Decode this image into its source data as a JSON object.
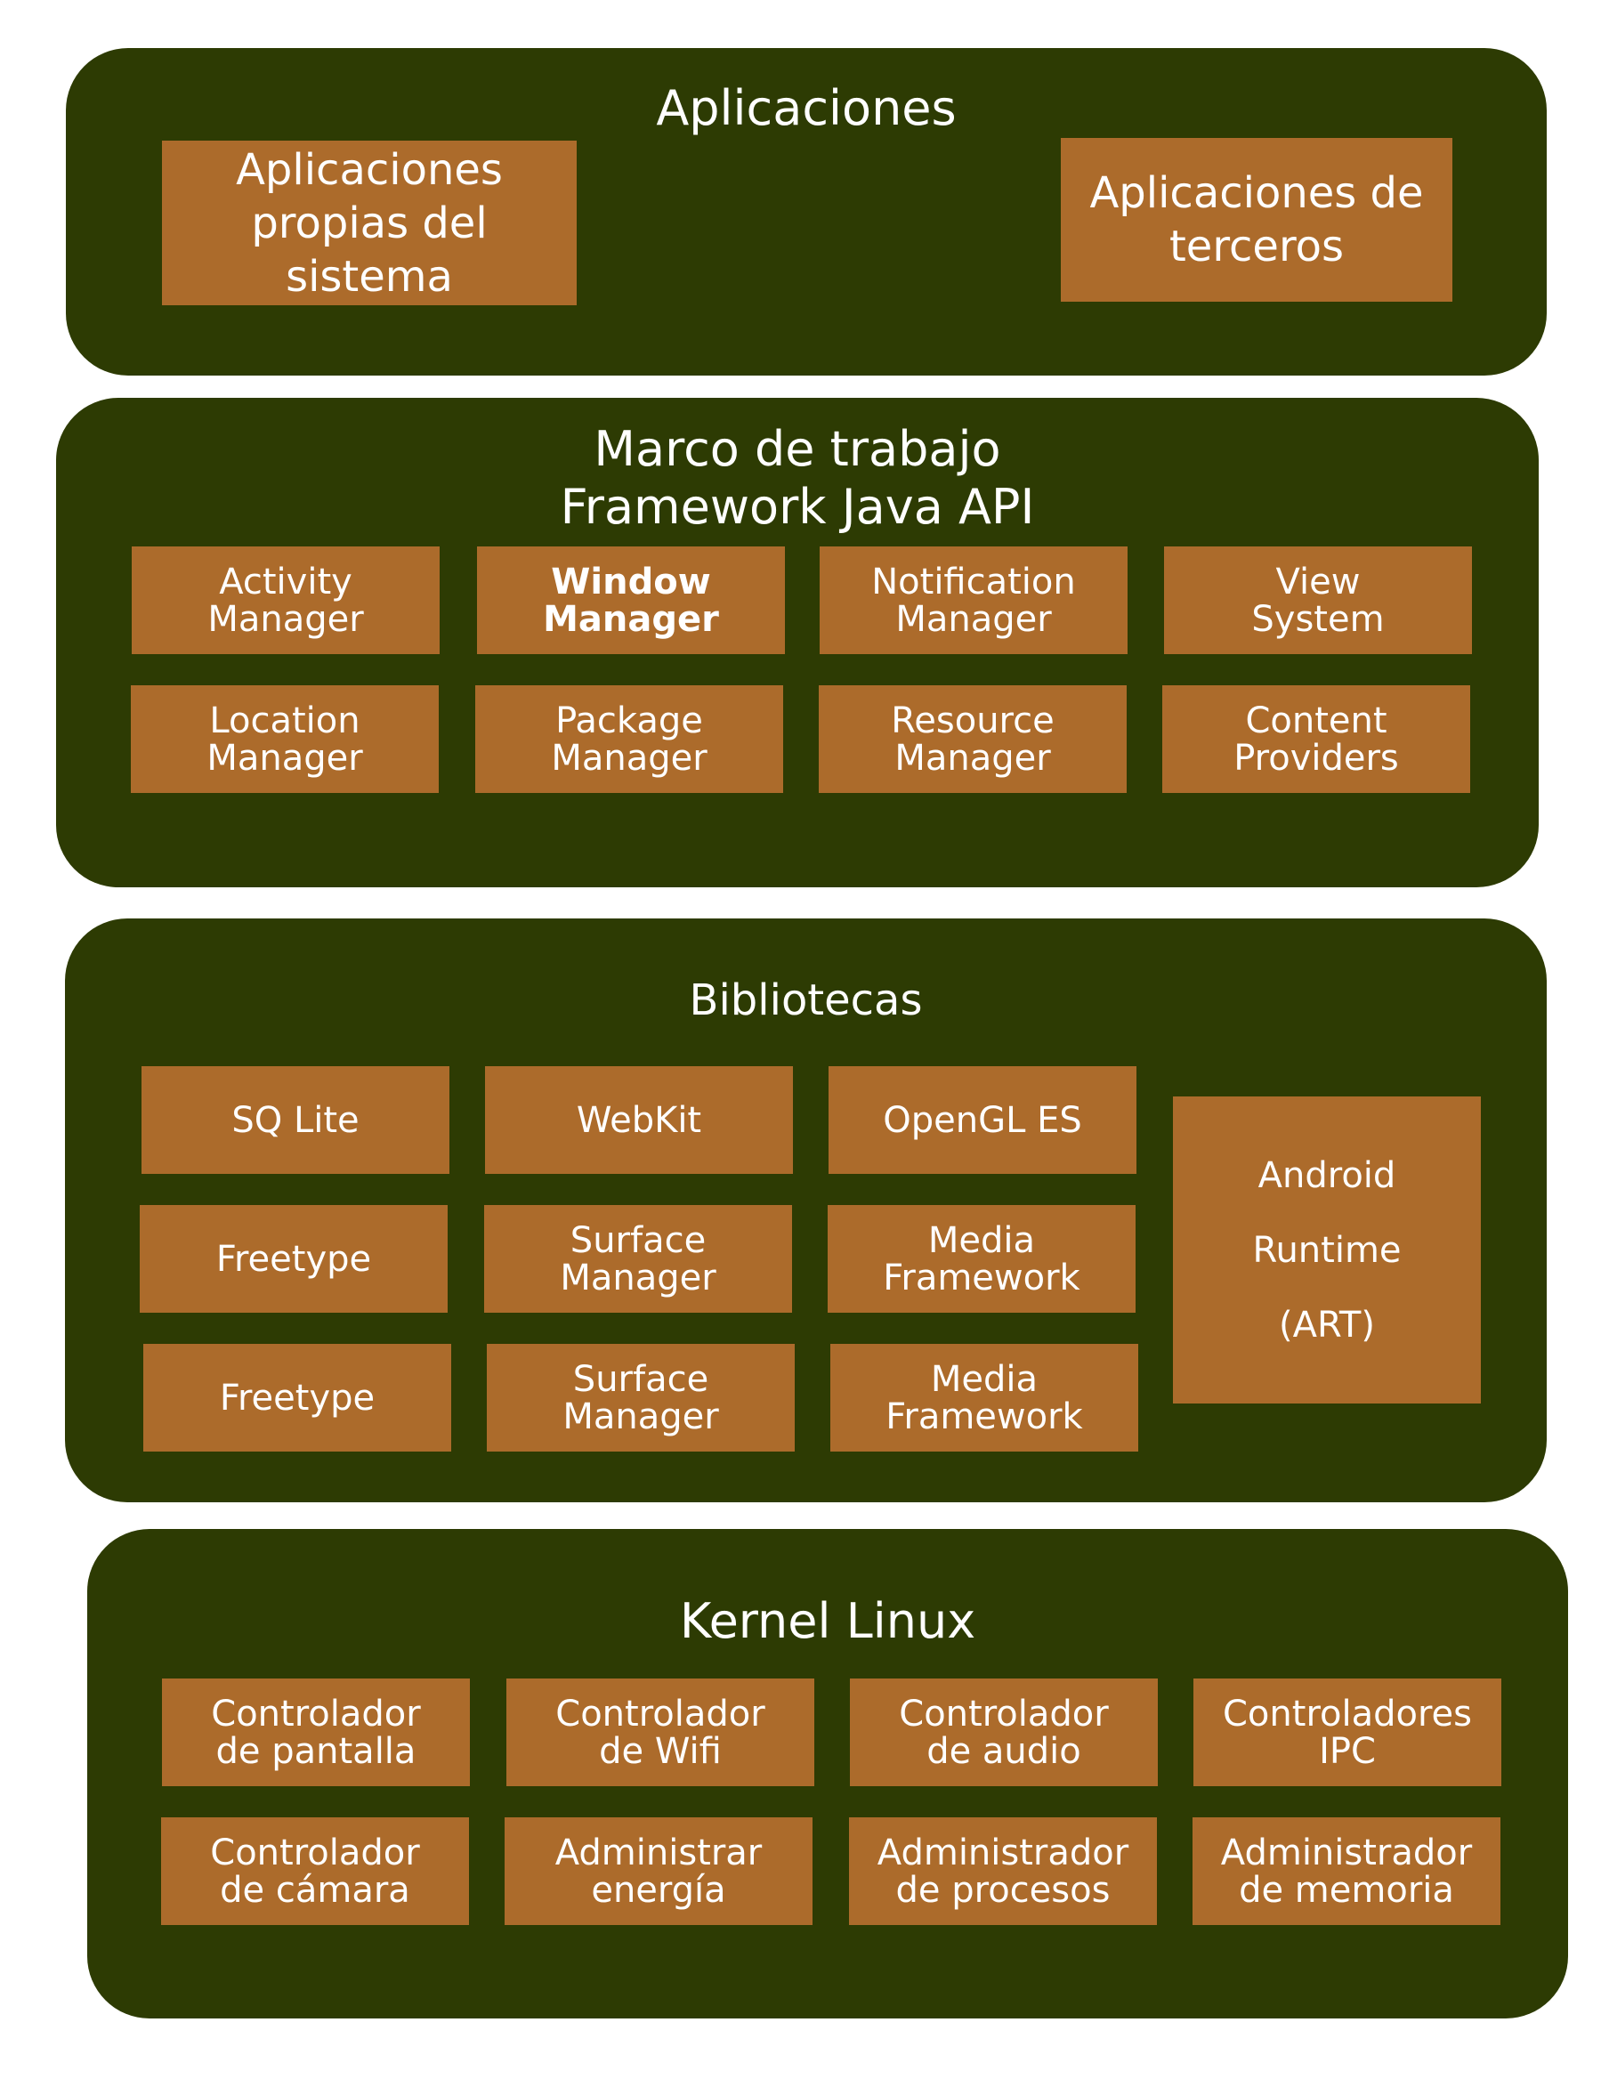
{
  "layers": {
    "apps": {
      "title": "Aplicaciones",
      "boxes": [
        "Aplicaciones\npropias del\nsistema",
        "Aplicaciones de\nterceros"
      ]
    },
    "framework": {
      "title": "Marco de trabajo\nFramework Java API",
      "boxes": [
        "Activity\nManager",
        "Window\nManager",
        "Notification\nManager",
        "View\nSystem",
        "Location\nManager",
        "Package\nManager",
        "Resource\nManager",
        "Content\nProviders"
      ]
    },
    "libraries": {
      "title": "Bibliotecas",
      "boxes": [
        "SQ Lite",
        "WebKit",
        "OpenGL ES",
        "Freetype",
        "Surface\nManager",
        "Media\nFramework",
        "Freetype",
        "Surface\nManager",
        "Media\nFramework"
      ],
      "runtime": "Android\nRuntime\n(ART)"
    },
    "kernel": {
      "title": "Kernel Linux",
      "boxes": [
        "Controlador\nde pantalla",
        "Controlador\nde Wifi",
        "Controlador\nde audio",
        "Controladores\nIPC",
        "Controlador\nde cámara",
        "Administrar\nenergía",
        "Administrador\nde procesos",
        "Administrador\nde memoria"
      ]
    }
  },
  "colors": {
    "layer_background": "#2d3b03",
    "box_background": "#ac6b2b",
    "text": "#ffffff"
  }
}
